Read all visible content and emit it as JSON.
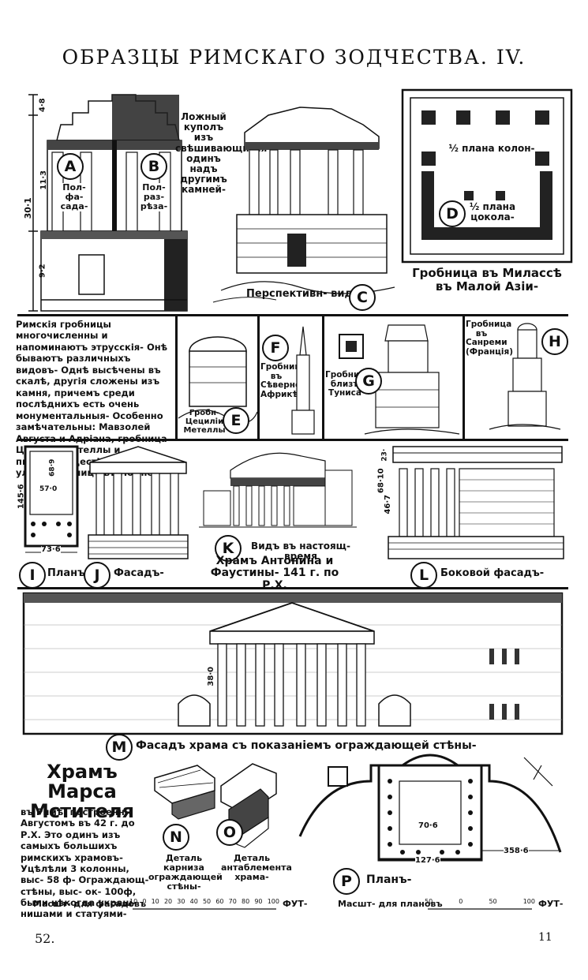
{
  "title": "ОБРАЗЦЫ РИМСКАГО ЗОДЧЕСТВА. IV.",
  "page_number": "52.",
  "sheet_number": "11",
  "row1": {
    "panel_a": {
      "letter": "A",
      "caption": "Пол-фа-сада-"
    },
    "panel_b": {
      "letter": "B",
      "caption": "Пол-раз-рѣза-"
    },
    "dimensions": {
      "total": "30·1",
      "mid": "11·3",
      "low": "9·2",
      "top": "4·8"
    },
    "dome_note": "Ложный куполъ изъ свѣшивающихся одинъ надъ другимъ камней-",
    "panel_c": {
      "letter": "C",
      "caption": "Перспективн- видъ"
    },
    "panel_d": {
      "letter": "D",
      "plan_upper": "½ плана колон-",
      "plan_lower": "½ плана цокола-"
    },
    "mylasa_caption": "Гробница въ Милассѣ въ Малой Азіи-"
  },
  "row2": {
    "intro_text": "Римскія гробницы многочисленны и напоминаютъ этрусскія- Онѣ бываютъ различныхъ видовъ- Однѣ высѣчены въ скалѣ, другія сложены изъ камня, причемъ среди послѣднихъ есть очень монументальныя- Особенно замѣчательны: Мавзолей Августа и Адріана, гробница Цециліи Метеллы и пирамида Цестія въ Римѣ и улица гробницъ въ Помпеѣ-",
    "panel_e": {
      "letter": "E",
      "caption": "Гробн- Цециліи Метеллы"
    },
    "panel_f": {
      "letter": "F",
      "caption": "Гробница въ Сѣверной Африкѣ-"
    },
    "panel_g": {
      "letter": "G",
      "caption": "Гробница близъ Туниса"
    },
    "panel_h": {
      "letter": "H",
      "caption": "Гробница въ Санреми (Франція)"
    }
  },
  "row3": {
    "panel_i": {
      "letter": "I",
      "caption": "Планъ-",
      "width_dim": "73·6",
      "depth_dim": "145·6",
      "inner_dim": "57·0",
      "cella_dim": "68·9"
    },
    "panel_j": {
      "letter": "J",
      "caption": "Фасадъ-"
    },
    "panel_k": {
      "letter": "K",
      "caption": "Видъ въ настоящ- время"
    },
    "temple_caption": "Храмъ Антонина и Фаустины- 141 г. по Р.Х.",
    "panel_l": {
      "letter": "L",
      "caption": "Боковой фасадъ-",
      "dim1": "68·10",
      "dim2": "46·7",
      "dim3": "23·"
    }
  },
  "row4": {
    "panel_m": {
      "letter": "M",
      "caption": "Фасадъ храма съ показаніемъ ограждающей стѣны-",
      "height_dim": "38·0"
    }
  },
  "row5": {
    "mars_title": "Храмъ Марса Мстителя",
    "mars_text": "въ Римѣ, построенн- Августомъ въ 42 г. до Р.Х. Это одинъ изъ самыхъ большихъ римскихъ храмовъ- Уцѣлѣли 3 колонны, выс- 58 ф- Ограждающ- стѣны, выс- ок- 100ф, были нѣкогда украш- нишами и статуями-",
    "panel_n": {
      "letter": "N",
      "caption": "Деталь карниза ограждающей стѣны-"
    },
    "panel_o": {
      "letter": "O",
      "caption": "Деталь антаблемента храма-"
    },
    "panel_p": {
      "letter": "P",
      "caption": "Планъ-",
      "dim1": "70·6",
      "dim2": "127·6",
      "dim3": "358·6"
    },
    "scale_facades": {
      "label": "Масшт- для фасадовъ",
      "ticks": [
        "10",
        "0",
        "10",
        "20",
        "30",
        "40",
        "50",
        "60",
        "70",
        "80",
        "90",
        "100"
      ],
      "unit": "ФУТ-"
    },
    "scale_plans": {
      "label": "Масшт- для плановъ",
      "ticks": [
        "50",
        "0",
        "50",
        "100"
      ],
      "unit": "ФУТ-"
    }
  }
}
